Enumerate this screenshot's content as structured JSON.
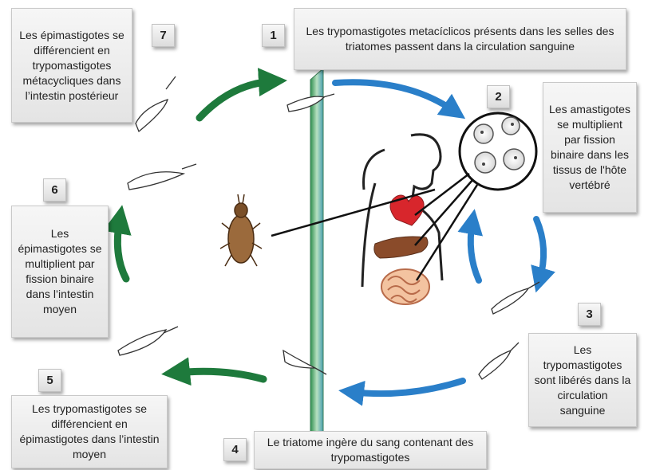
{
  "steps": [
    {
      "number": "1",
      "text": "Les trypomastigotes metacíclicos présents dans les selles des triatomes passent dans la circulation sanguine"
    },
    {
      "number": "2",
      "text": "Les amastigotes se multiplient par fission binaire dans les tissus de l'hôte vertébré"
    },
    {
      "number": "3",
      "text": "Les trypomastigotes sont libérés dans la circulation sanguine"
    },
    {
      "number": "4",
      "text": "Le triatome ingère du sang contenant des trypomastigotes"
    },
    {
      "number": "5",
      "text": "Les trypomastigotes se différencient en épimastigotes dans l’intestin moyen"
    },
    {
      "number": "6",
      "text": "Les épimastigotes se multiplient par fission binaire dans l’intestin moyen"
    },
    {
      "number": "7",
      "text": "Les épimastigotes se différencient en trypomastigotes métacycliques dans l’intestin postérieur"
    }
  ],
  "colors": {
    "vector_cycle": "#1e7a3c",
    "host_cycle": "#2a7fc9",
    "organs": "#c0392b",
    "barrier": "#5fae73"
  }
}
